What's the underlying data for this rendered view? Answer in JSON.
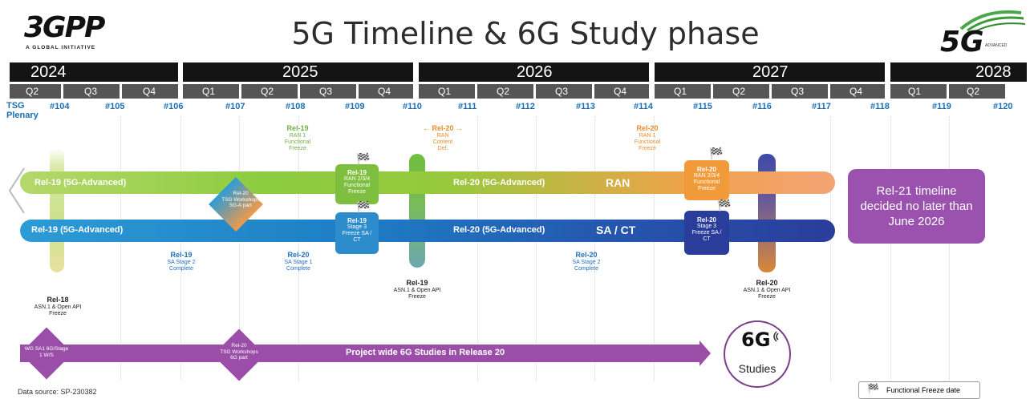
{
  "header": {
    "logo_left_text": "3GPP",
    "logo_left_tagline": "A GLOBAL INITIATIVE",
    "title": "5G Timeline & 6G Study phase",
    "logo_right_text": "5G",
    "logo_right_subtext": "ADVANCED"
  },
  "years": [
    "2024",
    "2025",
    "2026",
    "2027",
    "2028"
  ],
  "quarters": [
    "Q2",
    "Q3",
    "Q4",
    "Q1",
    "Q2",
    "Q3",
    "Q4",
    "Q1",
    "Q2",
    "Q3",
    "Q4",
    "Q1",
    "Q2",
    "Q3",
    "Q4",
    "Q1",
    "Q2"
  ],
  "tsg_label_line1": "TSG",
  "tsg_label_line2": "Plenary",
  "meetings": [
    "#104",
    "#105",
    "#106",
    "#107",
    "#108",
    "#109",
    "#110",
    "#111",
    "#112",
    "#113",
    "#114",
    "#115",
    "#116",
    "#117",
    "#118",
    "#119",
    "#120"
  ],
  "notes": {
    "rel19_ran1_title": "Rel-19",
    "rel19_ran1_text": "RAN 1 Functional Freeze",
    "rel20_ran_content_title": "Rel-20",
    "rel20_ran_content_text": "RAN Content Def.",
    "rel20_ran1_title": "Rel-20",
    "rel20_ran1_text": "RAN 1 Functional Freeze",
    "rel19_sa2_title": "Rel-19",
    "rel19_sa2_text": "SA Stage 2 Complete",
    "rel20_sa1_title": "Rel-20",
    "rel20_sa1_text": "SA Stage 1 Complete",
    "rel20_sa2_title": "Rel-20",
    "rel20_sa2_text": "SA Stage 2 Complete",
    "rel18_asn_title": "Rel-18",
    "rel18_asn_text": "ASN.1 & Open API Freeze",
    "rel19_asn_title": "Rel-19",
    "rel19_asn_text": "ASN.1 & Open API Freeze",
    "rel20_asn_title": "Rel-20",
    "rel20_asn_text": "ASN.1 & Open API Freeze"
  },
  "bars": {
    "ran_left": "Rel-19 (5G-Advanced)",
    "ran_mid": "Rel-20 (5G-Advanced)",
    "ran_right": "RAN",
    "sact_left": "Rel-19 (5G-Advanced)",
    "sact_mid": "Rel-20 (5G-Advanced)",
    "sact_right": "SA / CT",
    "sixg": "Project wide 6G Studies in Release 20"
  },
  "boxes": {
    "rel19_ran_title": "Rel-19",
    "rel19_ran_text": "RAN 2/3/4 Functional Freeze",
    "rel19_sa_title": "Rel-19",
    "rel19_sa_text": "Stage 3 Freeze SA / CT",
    "rel20_ran_title": "Rel-20",
    "rel20_ran_text": "RAN 2/3/4 Functional Freeze",
    "rel20_sa_title": "Rel-20",
    "rel20_sa_text": "Stage 3 Freeze SA / CT"
  },
  "diamonds": {
    "rel20_5ga_title": "Rel-20",
    "rel20_5ga_text": "TSG Workshops 5G-A part",
    "wg_sa1_text": "WG SA1 6G/Stage 1 W/S",
    "rel20_6g_title": "Rel-20",
    "rel20_6g_text": "TSG Workshops 6G part"
  },
  "rel21_text": "Rel-21 timeline decided no later than June 2026",
  "sixg_circle": {
    "logo": "6G",
    "label": "Studies"
  },
  "legend_text": "Functional Freeze date",
  "source_text": "Data source: SP-230382",
  "colors": {
    "ran_green": "#8ccc3f",
    "ran_orange": "#f0a24a",
    "sact_blue": "#1e7fc4",
    "sact_navy": "#2a3d9a",
    "sixg_purple": "#9a4ea8",
    "meeting_blue": "#1b6fb5"
  }
}
